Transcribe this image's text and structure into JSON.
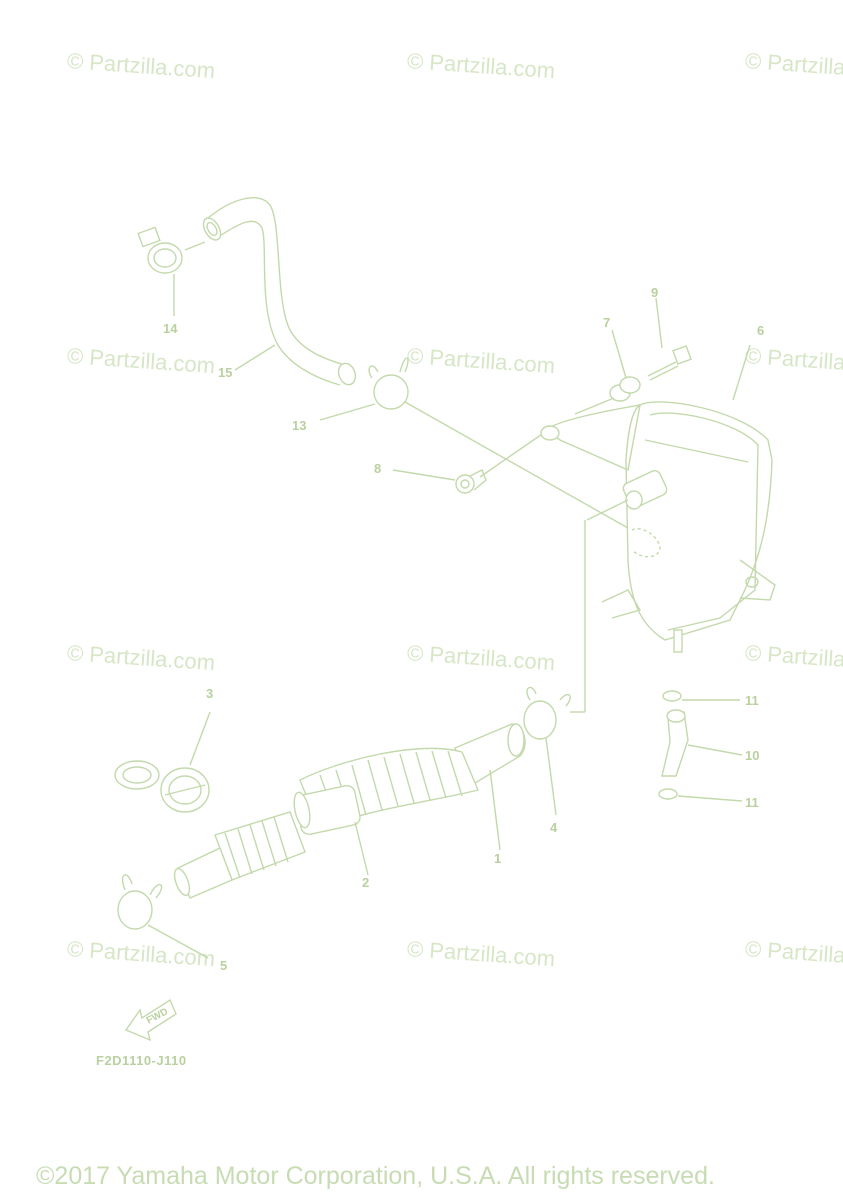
{
  "watermarks": [
    "© Partzilla.com",
    "© Partzilla.com",
    "© Partzilla.com",
    "© Partzilla.com",
    "© Partzilla.com",
    "© Partzilla.com",
    "© Partzilla.com",
    "© Partzilla.com",
    "© Partzilla.com",
    "© Partzilla.com",
    "© Partzilla.com",
    "© Partzilla.com"
  ],
  "callouts": {
    "c1": "1",
    "c2": "2",
    "c3": "3",
    "c4": "4",
    "c5": "5",
    "c6": "6",
    "c7": "7",
    "c8": "8",
    "c9": "9",
    "c10": "10",
    "c11a": "11",
    "c11b": "11",
    "c13": "13",
    "c14": "14",
    "c15": "15"
  },
  "fwd_label": "FWD",
  "diagram_code": "F2D1110-J110",
  "copyright": "©2017 Yamaha Motor Corporation, U.S.A. All rights reserved.",
  "colors": {
    "line": "#c3d9ac",
    "text": "#b9d09f",
    "watermark": "#d6e6c6"
  }
}
